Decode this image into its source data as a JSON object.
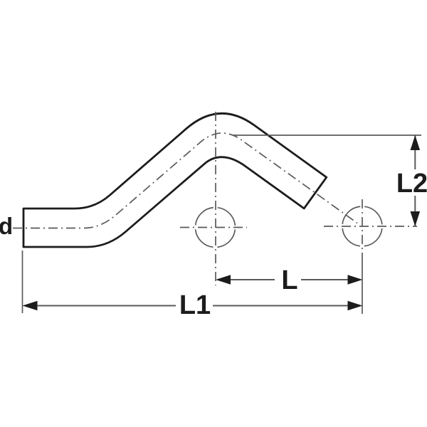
{
  "diagram": {
    "labels": {
      "diameter": "d",
      "center_distance": "L",
      "overall_length": "L1",
      "offset_height": "L2"
    },
    "colors": {
      "outline": "#1c1c1c",
      "thin_line": "#5a5a5a",
      "arrow": "#1c1c1c",
      "text": "#1c1c1c",
      "background": "#ffffff"
    }
  }
}
